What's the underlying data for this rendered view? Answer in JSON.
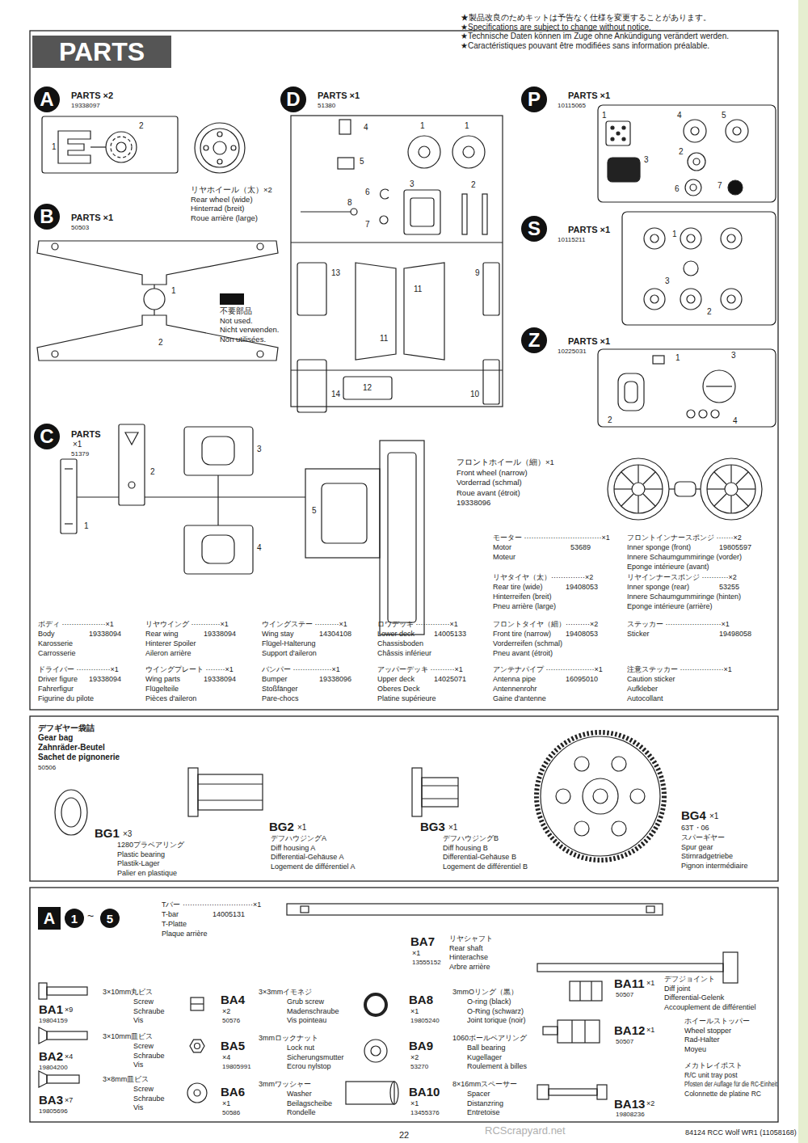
{
  "diagram": {
    "nodes": [
      {
        "text": [
          "PARTS"
        ]
      },
      {
        "text": [
          "A"
        ]
      },
      {
        "text": [
          "B"
        ]
      },
      {
        "text": [
          "C"
        ]
      },
      {
        "text": [
          "D"
        ]
      },
      {
        "text": [
          "P"
        ]
      },
      {
        "text": [
          "S"
        ]
      },
      {
        "text": [
          "Z"
        ]
      },
      {
        "text": [
          "A"
        ]
      },
      {
        "text": [
          "1"
        ]
      },
      {
        "text": [
          "5"
        ]
      }
    ],
    "labels": [
      "★製品改良のためキットは予告なく仕様を変更することがあります。",
      "★Specifications are subject to change without notice.",
      "★Technische Daten können im Zuge ohne Ankündigung verändert werden.",
      "★Caractéristiques pouvant être modifiées sans information préalable.",
      "PARTS ×2",
      "19338097",
      "1",
      "2",
      "リヤホイール（太）×2",
      "Rear wheel (wide)",
      "Hinterrad (breit)",
      "Roue arrière (large)",
      "PARTS ×1",
      "50503",
      "1",
      "2",
      "不要部品",
      "Not used.",
      "Nicht verwenden.",
      "Non utilisées.",
      "PARTS",
      "×1",
      "51379",
      "2",
      "1",
      "3",
      "4",
      "5",
      "PARTS ×1",
      "51380",
      "4",
      "5",
      "6",
      "7",
      "8",
      "1",
      "1",
      "2",
      "3",
      "13",
      "11",
      "11",
      "9",
      "12",
      "14",
      "10",
      "PARTS ×1",
      "10115065",
      "1",
      "4",
      "5",
      "2",
      "3",
      "6",
      "7",
      "PARTS ×1",
      "10115211",
      "1",
      "2",
      "3",
      "PARTS ×1",
      "10225031",
      "1",
      "3",
      "2",
      "4",
      "フロントホイール（細）×1",
      "Front wheel (narrow)",
      "Vorderrad (schmal)",
      "Roue avant (étroit)",
      "19338096",
      "ボディ ··················×1",
      "Body",
      "19338094",
      "Karosserie",
      "Carrosserie",
      "ドライバー ··············×1",
      "Driver figure",
      "19338094",
      "Fahrerfigur",
      "Figurine du pilote",
      "リヤウイング ············×1",
      "Rear wing",
      "19338094",
      "Hinterer Spoiler",
      "Aileron arrière",
      "ウイングプレート ········×1",
      "Wing parts",
      "19338094",
      "Flügelteile",
      "Pièces d'aileron",
      "ウイングステー ··········×1",
      "Wing stay",
      "14304108",
      "Flügel-Halterung",
      "Support d'aileron",
      "バンパー ················×1",
      "Bumper",
      "19338096",
      "Stoßfänger",
      "Pare-chocs",
      "ロワデッキ ··············×1",
      "Lower deck",
      "14005133",
      "Chassisboden",
      "Châssis inférieur",
      "アッパーデッキ ··········×1",
      "Upper deck",
      "14025071",
      "Oberes Deck",
      "Platine supérieure",
      "モーター ································×1",
      "Motor",
      "53689",
      "Moteur",
      "リヤタイヤ（太）··············×2",
      "Rear tire (wide)",
      "19408053",
      "Hinterreifen (breit)",
      "Pneu arrière (large)",
      "フロントタイヤ（細）··········×2",
      "Front tire (narrow)",
      "19408053",
      "Vorderreifen (schmal)",
      "Pneu avant (étroit)",
      "アンテナパイプ ····················×1",
      "Antenna pipe",
      "16095010",
      "Antennenrohr",
      "Gaine d'antenne",
      "フロントインナースポンジ ·······×2",
      "Inner sponge (front)",
      "19805597",
      "Innere Schaumgummiringe (vorder)",
      "Eponge intérieure (avant)",
      "リヤインナースポンジ ···········×2",
      "Inner sponge (rear)",
      "53255",
      "Innere Schaumgummiringe (hinten)",
      "Eponge intérieure (arrière)",
      "ステッカー ·······················×1",
      "Sticker",
      "19498058",
      "注意ステッカー ··················×1",
      "Caution sticker",
      "Aufkleber",
      "Autocollant",
      "デフギヤー袋詰",
      "Gear bag",
      "Zahnräder-Beutel",
      "Sachet de pignonerie",
      "50506",
      "BG1",
      "×3",
      "1280プラベアリング",
      "Plastic bearing",
      "Plastik-Lager",
      "Palier en plastique",
      "BG2",
      "×1",
      "デフハウジングA",
      "Diff housing A",
      "Differential-Gehäuse A",
      "Logement de différentiel A",
      "BG3",
      "×1",
      "デフハウジングB",
      "Diff housing B",
      "Differential-Gehäuse B",
      "Logement de différentiel B",
      "BG4",
      "×1",
      "63T・06",
      "スパーギヤー",
      "Spur gear",
      "Stirnradgetriebe",
      "Pignon intermédiaire",
      "~",
      "Tバー ·····························×1",
      "T-bar",
      "14005131",
      "T-Platte",
      "Plaque arrière",
      "BA7",
      "×1",
      "13555152",
      "リヤシャフト",
      "Rear shaft",
      "Hinterachse",
      "Arbre arrière",
      "BA11",
      "×1",
      "50507",
      "デフジョイント",
      "Diff joint",
      "Differential-Gelenk",
      "Accouplement de différentiel",
      "BA1",
      "×9",
      "19804159",
      "3×10mm丸ビス",
      "Screw",
      "Schraube",
      "Vis",
      "BA2",
      "×4",
      "19804200",
      "3×10mm皿ビス",
      "Screw",
      "Schraube",
      "Vis",
      "BA3",
      "×7",
      "19805696",
      "3×8mm皿ビス",
      "Screw",
      "Schraube",
      "Vis",
      "BA4",
      "×2",
      "50576",
      "3×3mmイモネジ",
      "Grub screw",
      "Madenschraube",
      "Vis pointeau",
      "BA5",
      "×4",
      "19805991",
      "3mmロックナット",
      "Lock nut",
      "Sicherungsmutter",
      "Ecrou nylstop",
      "BA6",
      "×1",
      "50586",
      "3mmワッシャー",
      "Washer",
      "Beilagscheibe",
      "Rondelle",
      "BA8",
      "×1",
      "19805240",
      "3mmOリング（黒）",
      "O-ring (black)",
      "O-Ring (schwarz)",
      "Joint torique (noir)",
      "BA9",
      "×2",
      "53270",
      "1060ボールベアリング",
      "Ball bearing",
      "Kugellager",
      "Roulement à billes",
      "BA10",
      "×1",
      "13455376",
      "8×16mmスペーサー",
      "Spacer",
      "Distanzring",
      "Entretoise",
      "BA12",
      "×1",
      "50507",
      "ホイールストッパー",
      "Wheel stopper",
      "Rad-Halter",
      "Moyeu",
      "BA13",
      "×2",
      "19808236",
      "メカトレイポスト",
      "R/C unit tray post",
      "Pfosten der Auflage für die RC-Einheit",
      "Colonnette de platine RC",
      "22",
      "84124 RCC Wolf WR1 (11058168)",
      "RCScrapyard.net"
    ]
  }
}
